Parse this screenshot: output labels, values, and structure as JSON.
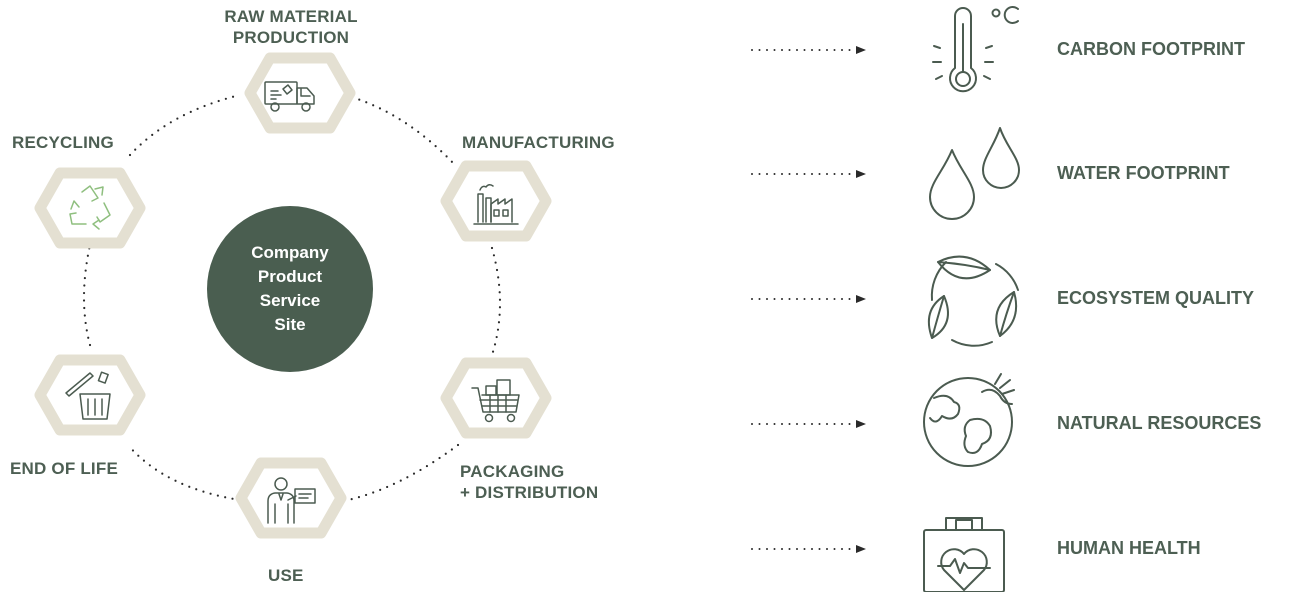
{
  "lifecycle": {
    "center_lines": [
      "Company",
      "Product",
      "Service",
      "Site"
    ],
    "stages": {
      "raw_material": [
        "RAW MATERIAL",
        "PRODUCTION"
      ],
      "manufacturing": "MANUFACTURING",
      "packaging": [
        "PACKAGING",
        "+ DISTRIBUTION"
      ],
      "use": "USE",
      "end_of_life": "END OF LIFE",
      "recycling": "RECYCLING"
    }
  },
  "impacts": [
    {
      "label": "CARBON FOOTPRINT",
      "icon": "thermometer-icon"
    },
    {
      "label": "WATER FOOTPRINT",
      "icon": "water-drops-icon"
    },
    {
      "label": "ECOSYSTEM QUALITY",
      "icon": "leaves-icon"
    },
    {
      "label": "NATURAL RESOURCES",
      "icon": "globe-icon"
    },
    {
      "label": "HUMAN HEALTH",
      "icon": "health-kit-icon"
    }
  ],
  "colors": {
    "hexagon_fill": "#e4e0d2",
    "center_fill": "#4a5e50",
    "label_text": "#4d5f53",
    "icon_stroke": "#4b5b50",
    "recycle_icon": "#8fbf7f",
    "dots": "#2a2a2a"
  }
}
